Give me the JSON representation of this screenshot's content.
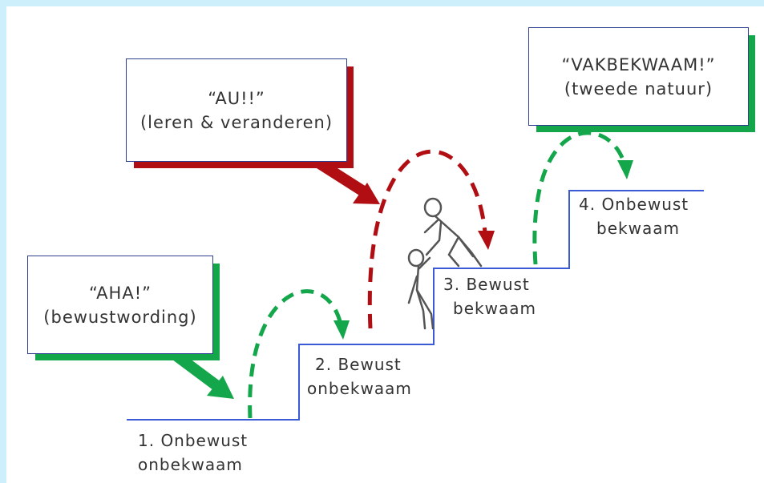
{
  "colors": {
    "background": "#cdeefb",
    "stairs": "#3b5bd6",
    "green": "#13a64a",
    "red": "#b00e12",
    "box_border": "#2f3f8f"
  },
  "boxes": {
    "aha": {
      "line1": "“AHA!”",
      "line2": "(bewustwording)"
    },
    "au": {
      "line1": "“AU!!”",
      "line2": "(leren & veranderen)"
    },
    "vakbekwaam": {
      "line1": "“VAKBEKWAAM!”",
      "line2": "(tweede natuur)"
    }
  },
  "steps": [
    {
      "line1": "1. Onbewust",
      "line2": "onbekwaam"
    },
    {
      "line1": "2. Bewust",
      "line2": "onbekwaam"
    },
    {
      "line1": "3. Bewust",
      "line2": "bekwaam"
    },
    {
      "line1": "4. Onbewust",
      "line2": "bekwaam"
    }
  ],
  "icons": {
    "figure": "climbing-stick-figures-icon"
  }
}
